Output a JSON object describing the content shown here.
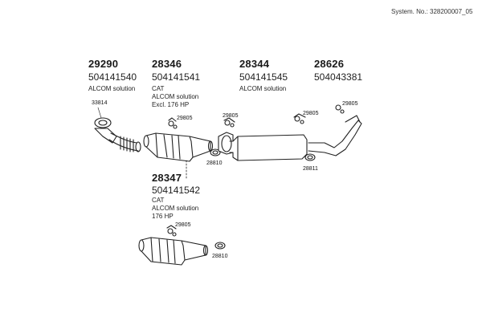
{
  "system_number": "System. No.: 328200007_05",
  "groups": [
    {
      "number": "29290",
      "part": "504141540",
      "notes": [
        "ALCOM solution"
      ]
    },
    {
      "number": "28346",
      "part": "504141541",
      "notes": [
        "CAT",
        "ALCOM solution",
        "Excl. 176 HP"
      ]
    },
    {
      "number": "28344",
      "part": "504141545",
      "notes": [
        "ALCOM solution"
      ]
    },
    {
      "number": "28626",
      "part": "504043381",
      "notes": []
    },
    {
      "number": "28347",
      "part": "504141542",
      "notes": [
        "CAT",
        "ALCOM solution",
        "176 HP"
      ]
    }
  ],
  "callouts": {
    "gasket_left": "33814",
    "clamp_cat_upper": "29805",
    "clamp_mid": "29805",
    "clamp_right_1": "29805",
    "clamp_right_2": "29805",
    "gasket_cat_upper": "28810",
    "gasket_rear": "28811",
    "clamp_cat_lower": "29805",
    "gasket_cat_lower": "28810"
  }
}
